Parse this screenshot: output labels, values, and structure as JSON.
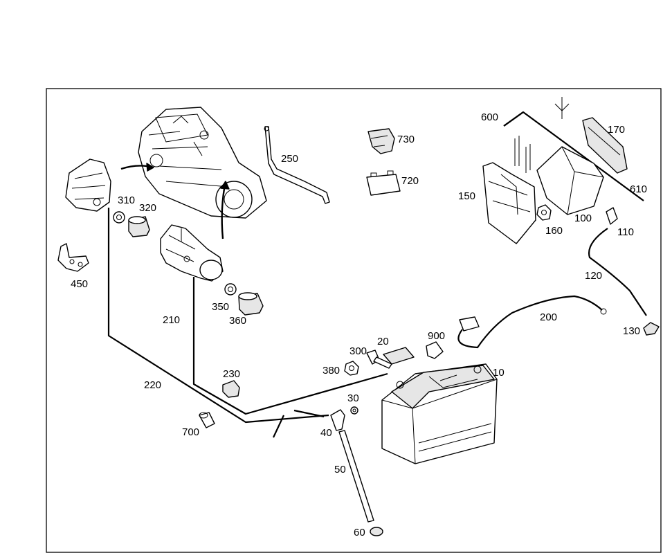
{
  "colors": {
    "line": "#000000",
    "fill": "#ffffff",
    "shade": "#e6e6e6"
  },
  "labels": {
    "p10": "10",
    "p20": "20",
    "p30": "30",
    "p40": "40",
    "p50": "50",
    "p60": "60",
    "p100": "100",
    "p110": "110",
    "p120": "120",
    "p130": "130",
    "p150": "150",
    "p160": "160",
    "p170": "170",
    "p200": "200",
    "p210": "210",
    "p220": "220",
    "p230": "230",
    "p250": "250",
    "p300": "300",
    "p310": "310",
    "p320": "320",
    "p350": "350",
    "p360": "360",
    "p380": "380",
    "p450": "450",
    "p600": "600",
    "p610": "610",
    "p700": "700",
    "p720": "720",
    "p730": "730",
    "p900": "900"
  }
}
